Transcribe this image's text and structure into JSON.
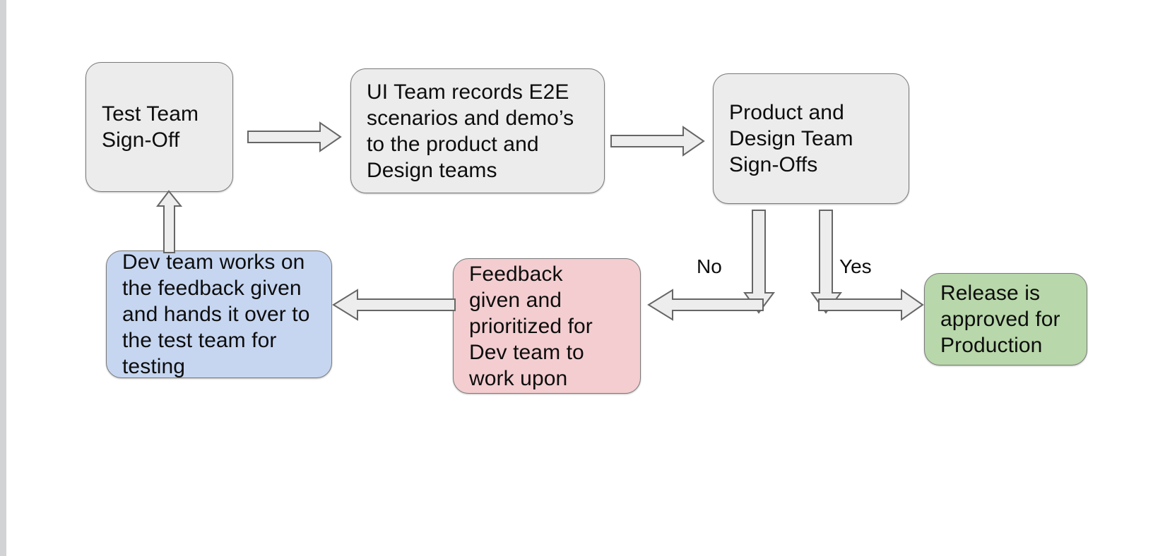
{
  "diagram": {
    "title_visible": false,
    "background_color": "#ffffff",
    "edge_strip_color": "#d2d3d5",
    "node_border_color": "#7a7a7a",
    "arrow_fill_color": "#ededed",
    "arrow_stroke_color": "#666666",
    "nodes": [
      {
        "id": "test-team-sign-off",
        "text": "Test Team\nSign-Off",
        "fill": "#edeced",
        "color_name": "grey"
      },
      {
        "id": "ui-team-records",
        "text": "UI Team records E2E\nscenarios and demo’s\nto the product and\nDesign teams",
        "fill": "#edeced",
        "color_name": "grey"
      },
      {
        "id": "product-design-sign-offs",
        "text": "Product and\nDesign Team\nSign-Offs",
        "fill": "#edeced",
        "color_name": "grey"
      },
      {
        "id": "dev-team-works",
        "text": "Dev team works on\nthe feedback given\nand hands it over to\nthe test team for\ntesting",
        "fill": "#c6d6f1",
        "color_name": "blue"
      },
      {
        "id": "feedback-given",
        "text": "Feedback\ngiven and\nprioritized for\nDev team to\nwork upon",
        "fill": "#f3cdd0",
        "color_name": "pink"
      },
      {
        "id": "release-approved",
        "text": "Release is\napproved for\nProduction",
        "fill": "#b8d7aa",
        "color_name": "green"
      }
    ],
    "branch_labels": {
      "no": "No",
      "yes": "Yes"
    },
    "connectors": [
      {
        "id": "test-to-ui",
        "direction": "right"
      },
      {
        "id": "ui-to-product-design",
        "direction": "right"
      },
      {
        "id": "product-design-no-down",
        "direction": "down"
      },
      {
        "id": "product-design-yes-down",
        "direction": "down"
      },
      {
        "id": "no-to-feedback",
        "direction": "left"
      },
      {
        "id": "yes-to-release",
        "direction": "right"
      },
      {
        "id": "feedback-to-dev",
        "direction": "left"
      },
      {
        "id": "dev-to-test",
        "direction": "up"
      }
    ]
  }
}
